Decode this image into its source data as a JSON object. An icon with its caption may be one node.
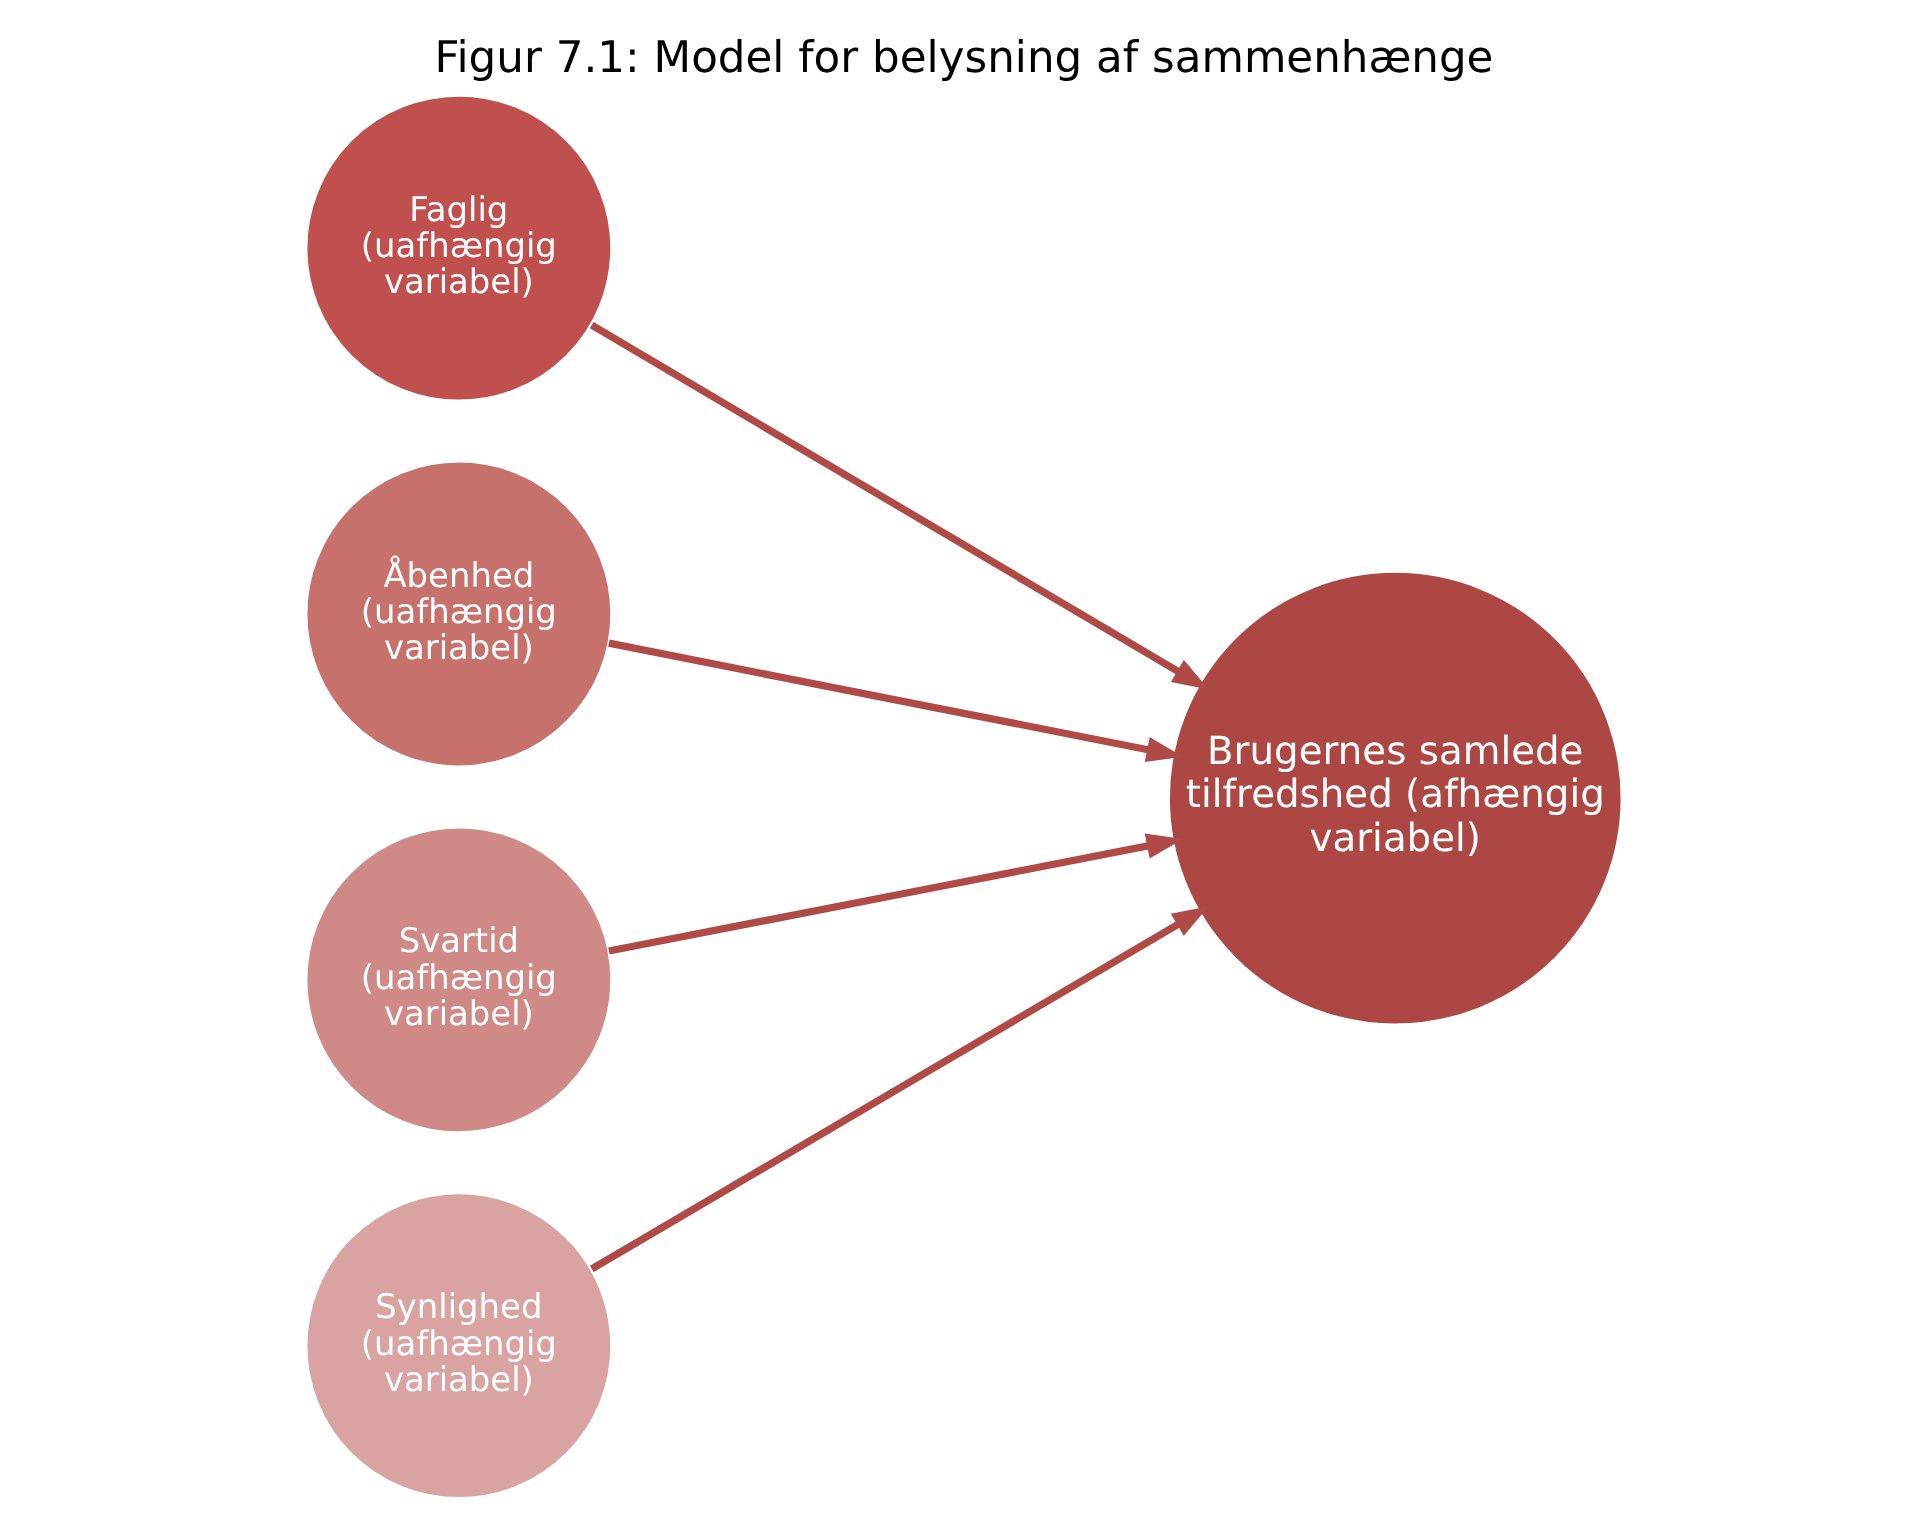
{
  "diagram": {
    "title": "Figur 7.1: Model for belysning af sammenhænge",
    "nodes": [
      {
        "text": [
          "Faglig (uafhængig variabel)"
        ]
      },
      {
        "text": [
          "Åbenhed (uafhængig variabel)"
        ]
      },
      {
        "text": [
          "Svartid (uafhængig variabel)"
        ]
      },
      {
        "text": [
          "Synlighed (uafhængig variabel)"
        ]
      },
      {
        "text": [
          "Brugernes samlede tilfredshed (afhængig variabel)"
        ]
      }
    ],
    "edges": [
      {
        "from": 0,
        "to": 4,
        "arrow": "to"
      },
      {
        "from": 1,
        "to": 4,
        "arrow": "to"
      },
      {
        "from": 2,
        "to": 4,
        "arrow": "to"
      },
      {
        "from": 3,
        "to": 4,
        "arrow": "to"
      }
    ]
  }
}
